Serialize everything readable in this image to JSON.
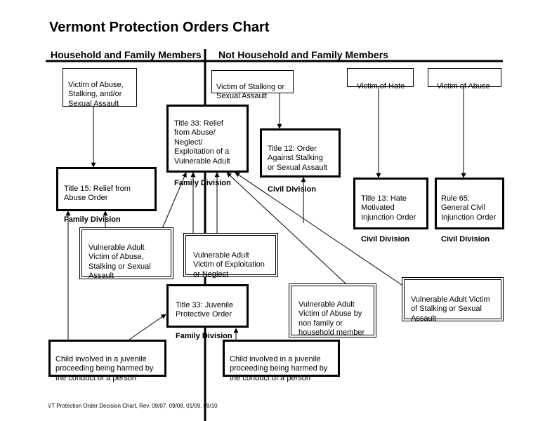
{
  "title": "Vermont Protection Orders Chart",
  "headers": {
    "left": "Household and Family Members",
    "right": "Not Household and Family Members"
  },
  "boxes": {
    "victim_abuse_stalking": {
      "text": "Victim of Abuse,\nStalking, and/or\nSexual Assault"
    },
    "victim_stalking": {
      "text": "Victim of Stalking or\nSexual Assault"
    },
    "victim_hate": {
      "text": "Victim of Hate"
    },
    "victim_abuse": {
      "text": "Victim of Abuse"
    },
    "title33_vulnerable": {
      "text": "Title 33:  Relief\nfrom Abuse/\nNeglect/\nExploitation of a\nVulnerable Adult",
      "division": "Family Division"
    },
    "title12": {
      "text": "Title 12:  Order\nAgainst Stalking\nor Sexual Assault",
      "division": "Civil Division"
    },
    "title15": {
      "text": "Title 15:  Relief from\nAbuse Order",
      "division": "Family Division"
    },
    "title13": {
      "text": "Title 13:  Hate\nMotivated\nInjunction Order",
      "division": "Civil Division"
    },
    "rule65": {
      "text": "Rule 65:\nGeneral Civil\nInjunction Order",
      "division": "Civil Division"
    },
    "va_abuse_stalking": {
      "text": "Vulnerable Adult\nVictim of Abuse,\nStalking or Sexual\nAssault"
    },
    "va_exploitation": {
      "text": "Vulnerable Adult\nVictim of Exploitation\nor Neglect"
    },
    "va_nonfamily": {
      "text": "Vulnerable Adult\nVictim of Abuse by\nnon family or\nhousehold member"
    },
    "va_stalking": {
      "text": "Vulnerable Adult Victim\nof Stalking or Sexual\nAssault"
    },
    "title33_juvenile": {
      "text": "Title 33:  Juvenile\nProtective Order",
      "division": "Family Division"
    },
    "child_left": {
      "text": "Child involved in a juvenile\nproceeding being harmed by\nthe conduct of a person"
    },
    "child_right": {
      "text": "Child involved in a juvenile\nproceeding being harmed by\nthe conduct of a person"
    }
  },
  "footer": "VT Protection Order Decision Chart, Rev. 09/07, 09/08, 01/09, 09/10"
}
